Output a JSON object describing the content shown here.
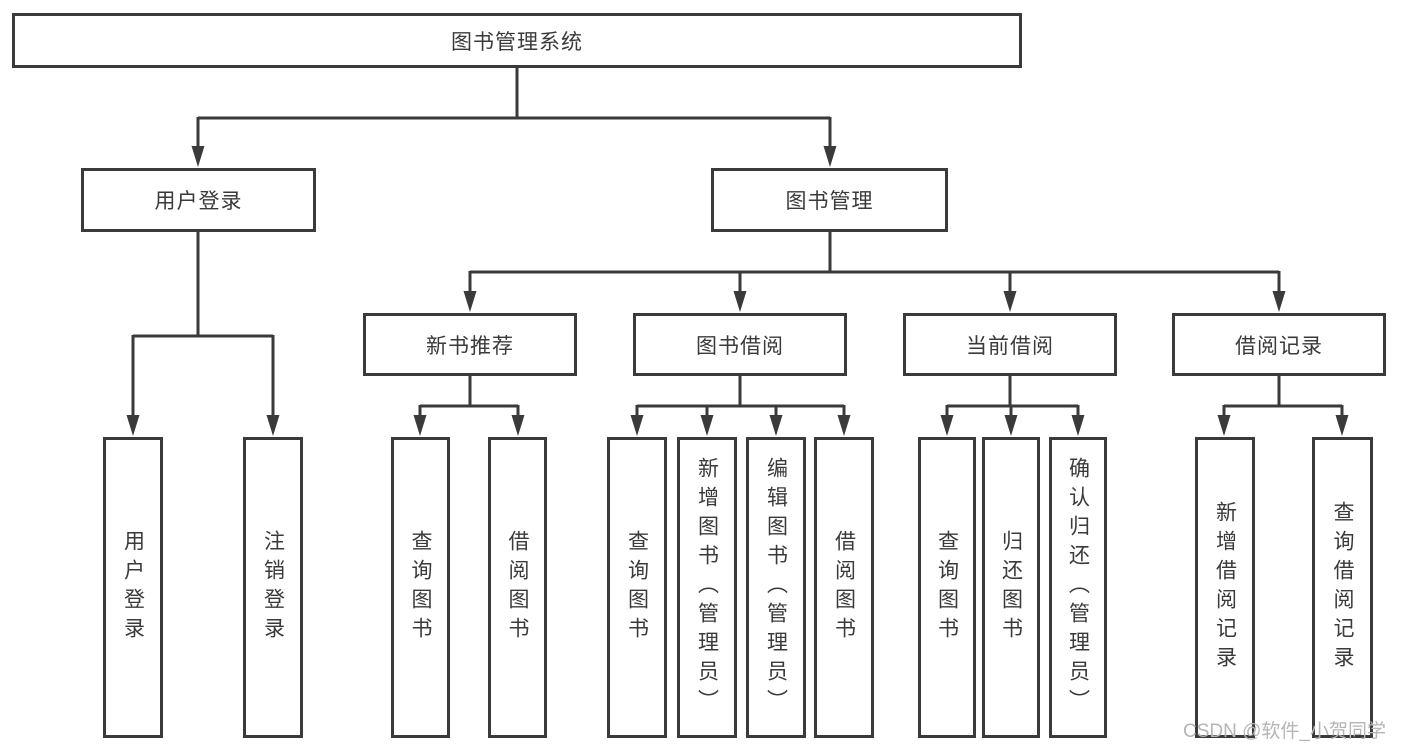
{
  "colors": {
    "line": "#3a3a3a",
    "text": "#3a3a3a",
    "background": "#ffffff",
    "watermark": "#b5b5b5"
  },
  "watermark": "CSDN @软件_小贺同学",
  "nodes": {
    "root": {
      "label": "图书管理系统"
    },
    "user_login": {
      "label": "用户登录",
      "children": [
        {
          "label": "用户登录"
        },
        {
          "label": "注销登录"
        }
      ]
    },
    "book_mgmt": {
      "label": "图书管理",
      "children": [
        {
          "label": "新书推荐",
          "children": [
            {
              "label": "查询图书"
            },
            {
              "label": "借阅图书"
            }
          ]
        },
        {
          "label": "图书借阅",
          "children": [
            {
              "label": "查询图书"
            },
            {
              "label": "新增图书（管理员）"
            },
            {
              "label": "编辑图书（管理员）"
            },
            {
              "label": "借阅图书"
            }
          ]
        },
        {
          "label": "当前借阅",
          "children": [
            {
              "label": "查询图书"
            },
            {
              "label": "归还图书"
            },
            {
              "label": "确认归还（管理员）"
            }
          ]
        },
        {
          "label": "借阅记录",
          "children": [
            {
              "label": "新增借阅记录"
            },
            {
              "label": "查询借阅记录"
            }
          ]
        }
      ]
    }
  }
}
